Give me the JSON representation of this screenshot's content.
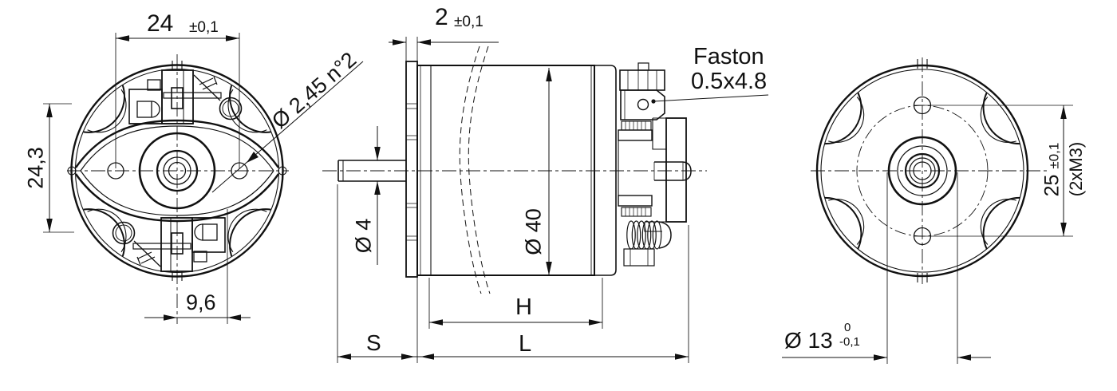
{
  "drawing": {
    "type": "engineering-drawing",
    "subject": "DC electric motor outline, three orthographic views",
    "line_color": "#111111",
    "background_color": "#ffffff",
    "views": [
      {
        "id": "front-view",
        "description": "front brush-side view"
      },
      {
        "id": "side-view",
        "description": "side view with break lines"
      },
      {
        "id": "rear-view",
        "description": "rear end-cap view"
      }
    ]
  },
  "labels": {
    "front_view": {
      "width": "24",
      "width_tol": "±0,1",
      "height": "24,3",
      "brush_offset": "9,6",
      "hole_callout": "Ø 2,45 n°2"
    },
    "side_view": {
      "flange_thickness": "2",
      "flange_thickness_tol": "±0,1",
      "terminal_name": "Faston",
      "terminal_size": "0.5x4.8",
      "shaft_dia": "Ø 4",
      "body_dia": "Ø 40",
      "body_length": "H",
      "shaft_length": "S",
      "total_length": "L"
    },
    "rear_view": {
      "hole_spacing": "25",
      "hole_spacing_tol": "±0,1",
      "screw_spec": "(2xM3)",
      "boss_dia": "Ø 13",
      "boss_tol_upper": "0",
      "boss_tol_lower": "-0,1"
    }
  }
}
